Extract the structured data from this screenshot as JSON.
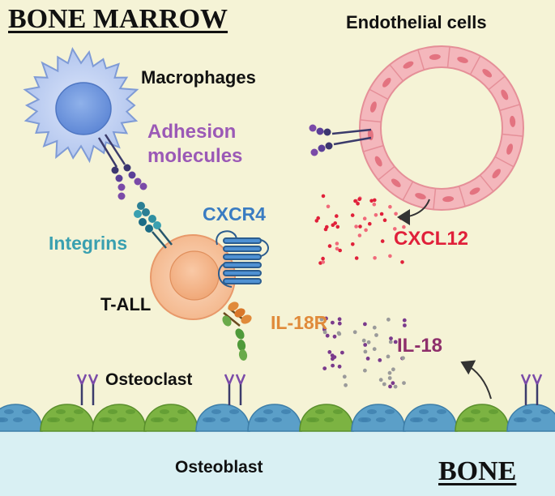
{
  "titles": {
    "bone_marrow": "BONE MARROW",
    "bone": "BONE"
  },
  "labels": {
    "endothelial": "Endothelial cells",
    "macrophages": "Macrophages",
    "adhesion_line1": "Adhesion",
    "adhesion_line2": "molecules",
    "cxcr4": "CXCR4",
    "integrins": "Integrins",
    "cxcl12": "CXCL12",
    "tall": "T-ALL",
    "il18r": "IL-18R",
    "il18": "IL-18",
    "osteoclast": "Osteoclast",
    "osteoblast": "Osteoblast"
  },
  "colors": {
    "marrow_bg": "#f5f3d6",
    "bone_bg": "#d9f0f3",
    "adhesion": "#9b59b6",
    "cxcr4": "#3a7cc2",
    "integrins": "#3aa0b0",
    "cxcl12": "#e0203a",
    "il18r": "#e08a3a",
    "il18": "#8e2f6b",
    "vessel": "#f4b7bc",
    "macrophage": "#b9ccef",
    "tall_cell": "#f7c7a3",
    "osteoblast_blue": "#5b9fc8",
    "osteoclast_green": "#7cb342"
  }
}
